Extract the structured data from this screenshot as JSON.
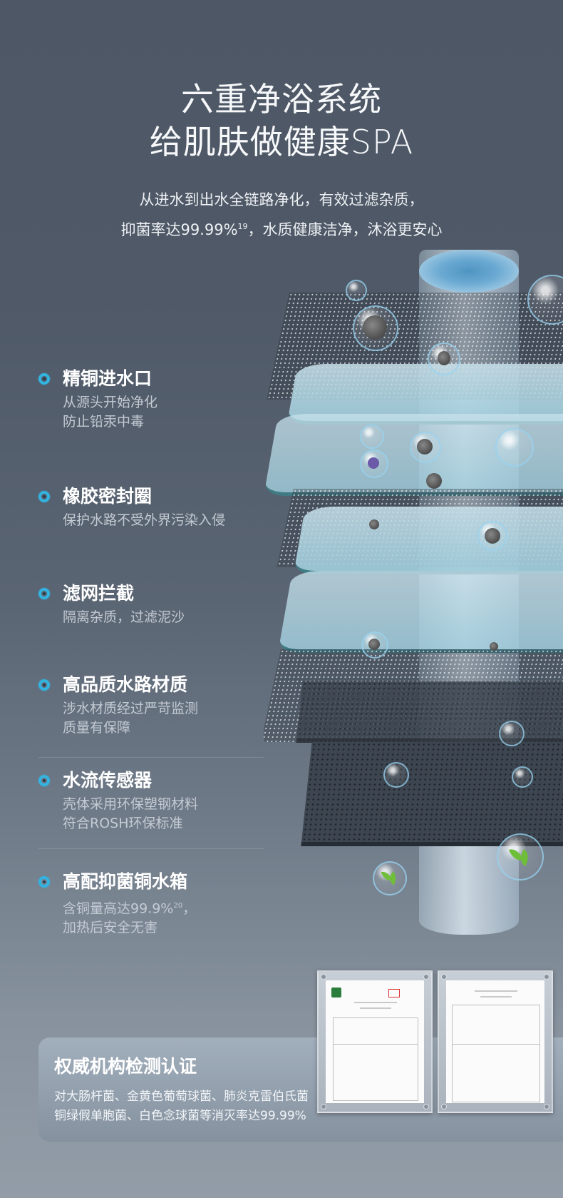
{
  "header": {
    "title_line1": "六重净浴系统",
    "title_line2": "给肌肤做健康SPA",
    "subtitle_line1": "从进水到出水全链路净化，有效过滤杂质，",
    "subtitle_line2_prefix": "抑菌率达99.99%",
    "subtitle_line2_sup": "19",
    "subtitle_line2_suffix": "，水质健康洁净，沐浴更安心"
  },
  "features": [
    {
      "title": "精铜进水口",
      "desc_line1": "从源头开始净化",
      "desc_line2": "防止铅汞中毒"
    },
    {
      "title": "橡胶密封圈",
      "desc_line1": "保护水路不受外界污染入侵",
      "desc_line2": ""
    },
    {
      "title": "滤网拦截",
      "desc_line1": "隔离杂质，过滤泥沙",
      "desc_line2": ""
    },
    {
      "title": "高品质水路材质",
      "desc_line1": "涉水材质经过严苛监测",
      "desc_line2": "质量有保障"
    },
    {
      "title": "水流传感器",
      "desc_line1": "壳体采用环保塑钢材料",
      "desc_line2": "符合ROSH环保标准"
    },
    {
      "title": "高配抑菌铜水箱",
      "desc_line1_prefix": "含铜量高达99.9%",
      "desc_line1_sup": "20",
      "desc_line1_suffix": "，",
      "desc_line2": "加热后安全无害"
    }
  ],
  "icons": {
    "bullet": "ring-bullet-icon",
    "bullet_color": "#33b3e0"
  },
  "certification": {
    "title": "权威机构检测认证",
    "desc_line1": "对大肠杆菌、金黄色葡萄球菌、肺炎克雷伯氏菌",
    "desc_line2": "铜绿假单胞菌、白色念球菌等消灭率达99.99%"
  },
  "colors": {
    "background_top": "#4d5765",
    "background_bottom": "#939da8",
    "accent": "#33b3e0",
    "filter_edge": "#3e7d86"
  }
}
